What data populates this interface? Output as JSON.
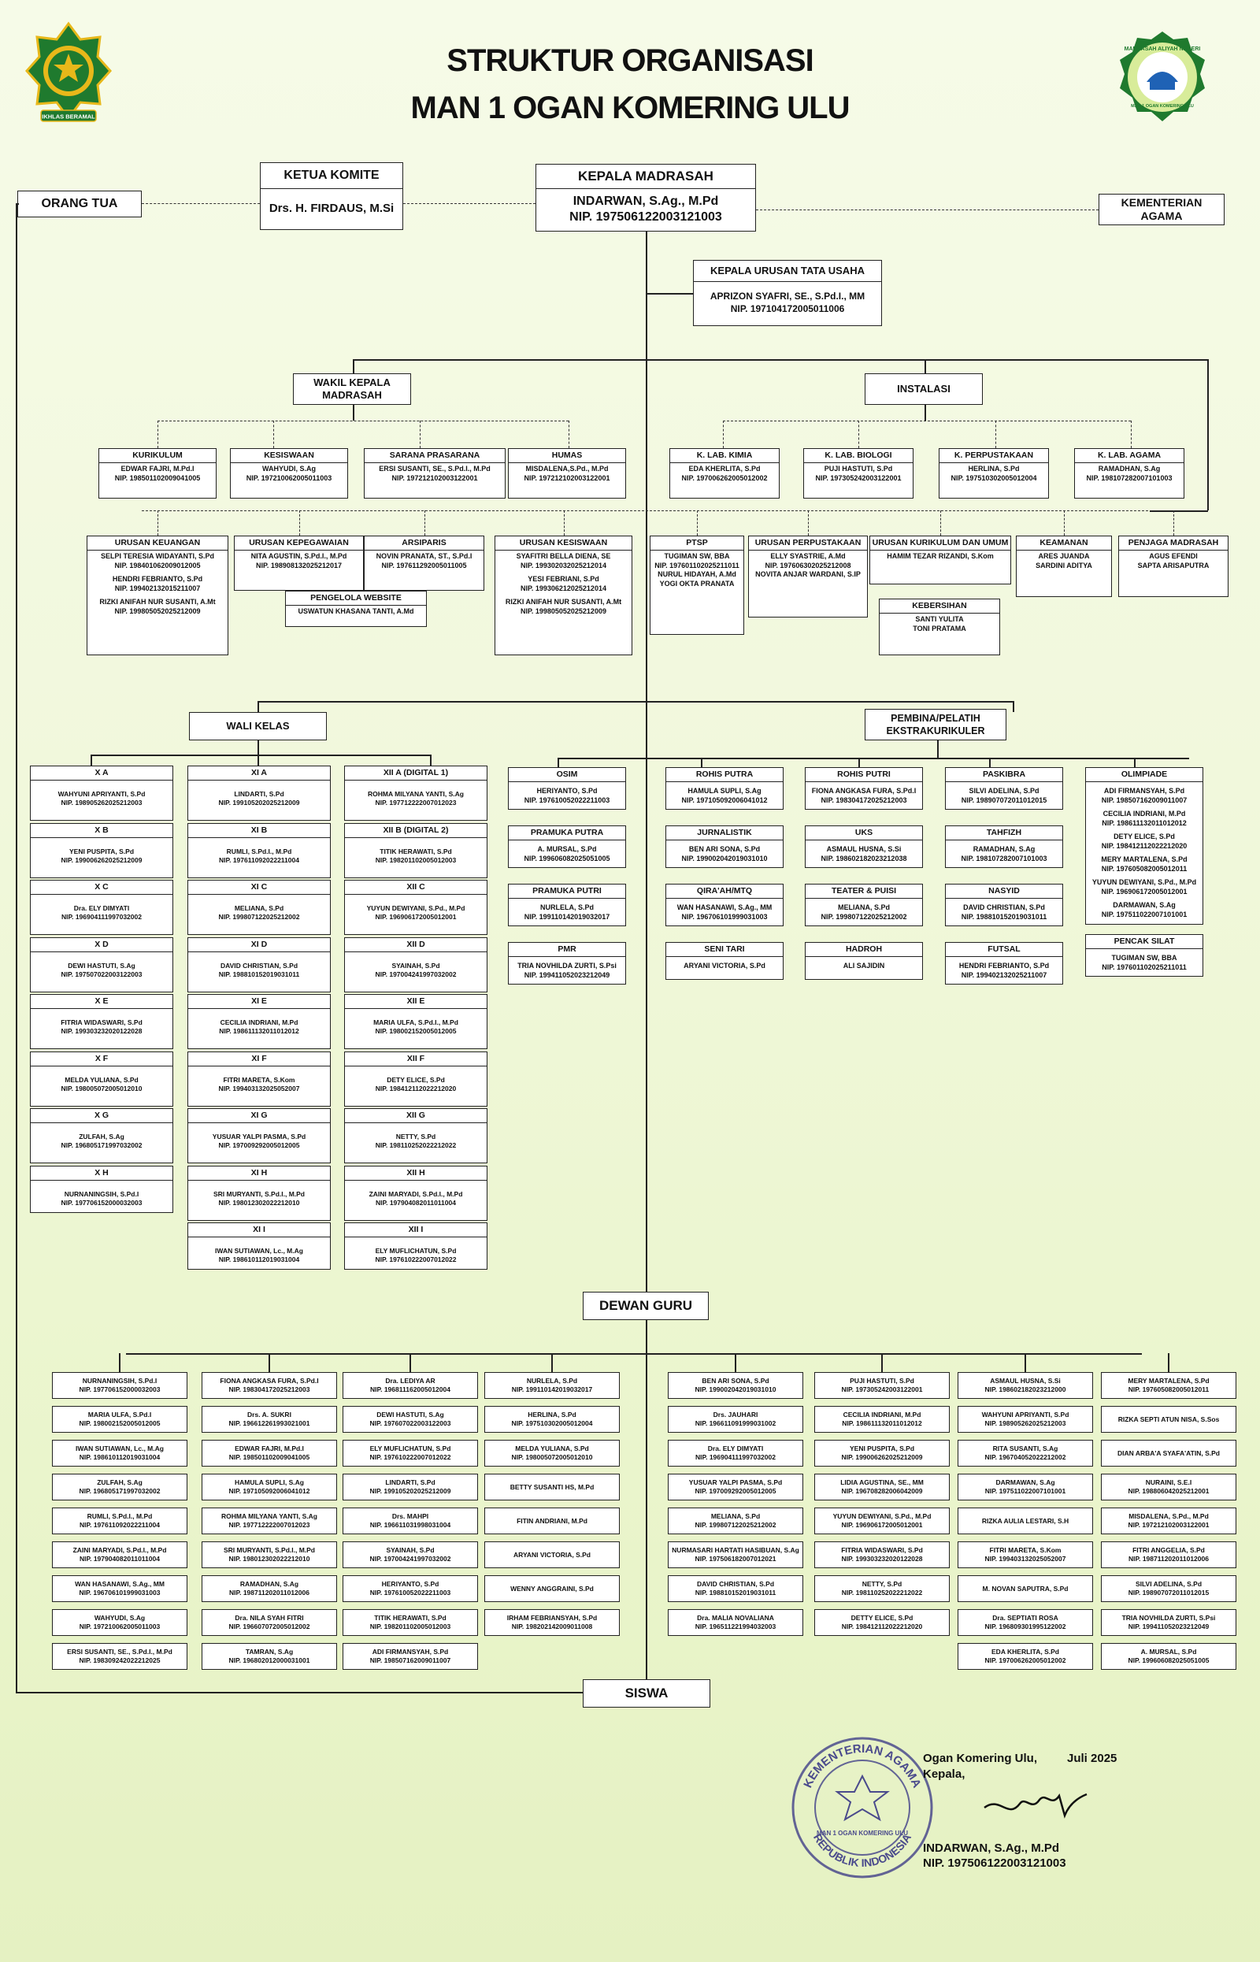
{
  "title": {
    "line1": "STRUKTUR ORGANISASI",
    "line2": "MAN 1 OGAN KOMERING ULU"
  },
  "logos": {
    "left_text": "IKHLAS BERAMAL",
    "right_text": "MADRASAH ALIYAH NEGERI",
    "right_sub": "MAN 1 OGAN KOMERING ULU"
  },
  "top": {
    "orang_tua": "ORANG TUA",
    "ketua_komite": {
      "title": "KETUA KOMITE",
      "name": "Drs. H. FIRDAUS, M.Si"
    },
    "kepala": {
      "title": "KEPALA MADRASAH",
      "name": "INDARWAN, S.Ag., M.Pd",
      "nip": "NIP. 197506122003121003"
    },
    "kemenag": "KEMENTERIAN AGAMA",
    "ktu": {
      "title": "KEPALA URUSAN TATA USAHA",
      "name": "APRIZON SYAFRI, SE., S.Pd.I., MM",
      "nip": "NIP. 197104172005011006"
    }
  },
  "wakil": "WAKIL KEPALA MADRASAH",
  "instalasi": "INSTALASI",
  "waka_units": [
    {
      "title": "KURIKULUM",
      "lines": [
        "EDWAR FAJRI, M.Pd.I",
        "NIP. 198501102009041005"
      ]
    },
    {
      "title": "KESISWAAN",
      "lines": [
        "WAHYUDI, S.Ag",
        "NIP. 197210062005011003"
      ]
    },
    {
      "title": "SARANA PRASARANA",
      "lines": [
        "ERSI SUSANTI, SE., S.Pd.I., M.Pd",
        "NIP. 197212102003122001"
      ]
    },
    {
      "title": "HUMAS",
      "lines": [
        "MISDALENA,S.Pd., M.Pd",
        "NIP. 197212102003122001"
      ]
    }
  ],
  "inst_units": [
    {
      "title": "K. LAB. KIMIA",
      "lines": [
        "EDA KHERLITA, S.Pd",
        "NIP. 197006262005012002"
      ]
    },
    {
      "title": "K. LAB. BIOLOGI",
      "lines": [
        "PUJI HASTUTI, S.Pd",
        "NIP. 197305242003122001"
      ]
    },
    {
      "title": "K. PERPUSTAKAAN",
      "lines": [
        "HERLINA, S.Pd",
        "NIP. 197510302005012004"
      ]
    },
    {
      "title": "K. LAB. AGAMA",
      "lines": [
        "RAMADHAN, S.Ag",
        "NIP. 198107282007101003"
      ]
    }
  ],
  "urusan": [
    {
      "title": "URUSAN KEUANGAN",
      "lines": [
        "SELPI TERESIA WIDAYANTI, S.Pd",
        "NIP. 198401062009012005",
        "",
        "HENDRI FEBRIANTO, S.Pd",
        "NIP. 199402132015211007",
        "",
        "RIZKI ANIFAH NUR SUSANTI, A.Mt",
        "NIP. 199805052025212009"
      ]
    },
    {
      "title": "URUSAN KEPEGAWAIAN",
      "lines": [
        "NITA AGUSTIN, S.Pd.I., M.Pd",
        "NIP. 198908132025212017"
      ]
    },
    {
      "title": "ARSIPARIS",
      "lines": [
        "NOVIN PRANATA, ST., S.Pd.I",
        "NIP. 197611292005011005"
      ]
    },
    {
      "title": "URUSAN KESISWAAN",
      "lines": [
        "SYAFITRI BELLA DIENA, SE",
        "NIP. 199302032025212014",
        "",
        "YESI FEBRIANI, S.Pd",
        "NIP. 199306212025212014",
        "",
        "RIZKI ANIFAH NUR SUSANTI, A.Mt",
        "NIP. 199805052025212009"
      ]
    },
    {
      "title": "PTSP",
      "lines": [
        "TUGIMAN SW, BBA",
        "NIP. 197601102025211011",
        "NURUL HIDAYAH, A.Md",
        "YOGI OKTA PRANATA"
      ]
    },
    {
      "title": "URUSAN PERPUSTAKAAN",
      "lines": [
        "ELLY SYASTRIE, A.Md",
        "NIP. 197606302025212008",
        "NOVITA ANJAR WARDANI, S.IP"
      ]
    },
    {
      "title": "URUSAN KURIKULUM DAN UMUM",
      "lines": [
        "HAMIM TEZAR RIZANDI, S.Kom"
      ]
    },
    {
      "title": "KEAMANAN",
      "lines": [
        "ARES JUANDA",
        "SARDINI ADITYA"
      ]
    },
    {
      "title": "PENJAGA MADRASAH",
      "lines": [
        "AGUS EFENDI",
        "SAPTA ARISAPUTRA"
      ]
    }
  ],
  "pengelola": {
    "title": "PENGELOLA WEBSITE",
    "lines": [
      "USWATUN KHASANA TANTI, A.Md"
    ]
  },
  "kebersihan": {
    "title": "KEBERSIHAN",
    "lines": [
      "SANTI YULITA",
      "TONI PRATAMA"
    ]
  },
  "wali_kelas": "WALI KELAS",
  "pembina": "PEMBINA/PELATIH EKSTRAKURIKULER",
  "kelas": [
    [
      {
        "k": "X A",
        "n": "WAHYUNI APRIYANTI, S.Pd",
        "p": "NIP. 198905262025212003"
      },
      {
        "k": "X B",
        "n": "YENI PUSPITA, S.Pd",
        "p": "NIP. 199006262025212009"
      },
      {
        "k": "X C",
        "n": "Dra. ELY DIMYATI",
        "p": "NIP. 196904111997032002"
      },
      {
        "k": "X D",
        "n": "DEWI HASTUTI, S.Ag",
        "p": "NIP. 197507022003122003"
      },
      {
        "k": "X E",
        "n": "FITRIA WIDASWARI, S.Pd",
        "p": "NIP. 199303232020122028"
      },
      {
        "k": "X F",
        "n": "MELDA YULIANA, S.Pd",
        "p": "NIP. 198005072005012010"
      },
      {
        "k": "X G",
        "n": "ZULFAH, S.Ag",
        "p": "NIP. 196805171997032002"
      },
      {
        "k": "X H",
        "n": "NURNANINGSIH, S.Pd.I",
        "p": "NIP. 197706152000032003"
      }
    ],
    [
      {
        "k": "XI A",
        "n": "LINDARTI, S.Pd",
        "p": "NIP. 199105202025212009"
      },
      {
        "k": "XI B",
        "n": "RUMLI, S.Pd.I., M.Pd",
        "p": "NIP. 197611092022211004"
      },
      {
        "k": "XI C",
        "n": "MELIANA, S.Pd",
        "p": "NIP. 199807122025212002"
      },
      {
        "k": "XI D",
        "n": "DAVID CHRISTIAN, S.Pd",
        "p": "NIP. 198810152019031011"
      },
      {
        "k": "XI E",
        "n": "CECILIA INDRIANI, M.Pd",
        "p": "NIP. 198611132011012012"
      },
      {
        "k": "XI F",
        "n": "FITRI MARETA, S.Kom",
        "p": "NIP. 199403132025052007"
      },
      {
        "k": "XI G",
        "n": "YUSUAR YALPI PASMA, S.Pd",
        "p": "NIP. 197009292005012005"
      },
      {
        "k": "XI H",
        "n": "SRI MURYANTI, S.Pd.I., M.Pd",
        "p": "NIP. 198012302022212010"
      },
      {
        "k": "XI I",
        "n": "IWAN SUTIAWAN, Lc., M.Ag",
        "p": "NIP. 198610112019031004"
      }
    ],
    [
      {
        "k": "XII A (DIGITAL 1)",
        "n": "ROHMA MILYANA YANTI, S.Ag",
        "p": "NIP. 197712222007012023"
      },
      {
        "k": "XII B (DIGITAL 2)",
        "n": "TITIK HERAWATI, S.Pd",
        "p": "NIP. 198201102005012003"
      },
      {
        "k": "XII C",
        "n": "YUYUN DEWIYANI, S.Pd., M.Pd",
        "p": "NIP. 196906172005012001"
      },
      {
        "k": "XII D",
        "n": "SYAINAH, S.Pd",
        "p": "NIP. 197004241997032002"
      },
      {
        "k": "XII E",
        "n": "MARIA ULFA, S.Pd.I., M.Pd",
        "p": "NIP. 198002152005012005"
      },
      {
        "k": "XII F",
        "n": "DETY ELICE, S.Pd",
        "p": "NIP. 198412112022212020"
      },
      {
        "k": "XII G",
        "n": "NETTY, S.Pd",
        "p": "NIP. 198110252022212022"
      },
      {
        "k": "XII H",
        "n": "ZAINI MARYADI, S.Pd.I., M.Pd",
        "p": "NIP. 197904082011011004"
      },
      {
        "k": "XII I",
        "n": "ELY MUFLICHATUN, S.Pd",
        "p": "NIP. 197610222007012022"
      }
    ]
  ],
  "ekskul": [
    [
      {
        "t": "OSIM",
        "l": [
          "HERIYANTO, S.Pd",
          "NIP. 197610052022211003"
        ]
      },
      {
        "t": "PRAMUKA PUTRA",
        "l": [
          "A. MURSAL, S.Pd",
          "NIP. 199606082025051005"
        ]
      },
      {
        "t": "PRAMUKA PUTRI",
        "l": [
          "NURLELA, S.Pd",
          "NIP. 199110142019032017"
        ]
      },
      {
        "t": "PMR",
        "l": [
          "TRIA NOVHILDA ZURTI, S.Psi",
          "NIP. 199411052023212049"
        ]
      }
    ],
    [
      {
        "t": "ROHIS PUTRA",
        "l": [
          "HAMULA SUPLI, S.Ag",
          "NIP. 197105092006041012"
        ]
      },
      {
        "t": "JURNALISTIK",
        "l": [
          "BEN ARI SONA, S.Pd",
          "NIP. 199002042019031010"
        ]
      },
      {
        "t": "QIRA'AH/MTQ",
        "l": [
          "WAN HASANAWI, S.Ag., MM",
          "NIP. 196706101999031003"
        ]
      },
      {
        "t": "SENI TARI",
        "l": [
          "ARYANI VICTORIA, S.Pd"
        ]
      }
    ],
    [
      {
        "t": "ROHIS PUTRI",
        "l": [
          "FIONA ANGKASA FURA, S.Pd.I",
          "NIP. 198304172025212003"
        ]
      },
      {
        "t": "UKS",
        "l": [
          "ASMAUL HUSNA, S.Si",
          "NIP. 198602182023212038"
        ]
      },
      {
        "t": "TEATER & PUISI",
        "l": [
          "MELIANA, S.Pd",
          "NIP. 199807122025212002"
        ]
      },
      {
        "t": "HADROH",
        "l": [
          "ALI SAJIDIN"
        ]
      }
    ],
    [
      {
        "t": "PASKIBRA",
        "l": [
          "SILVI ADELINA, S.Pd",
          "NIP. 198907072011012015"
        ]
      },
      {
        "t": "TAHFIZH",
        "l": [
          "RAMADHAN, S.Ag",
          "NIP. 198107282007101003"
        ]
      },
      {
        "t": "NASYID",
        "l": [
          "DAVID CHRISTIAN, S.Pd",
          "NIP. 198810152019031011"
        ]
      },
      {
        "t": "FUTSAL",
        "l": [
          "HENDRI FEBRIANTO, S.Pd",
          "NIP. 199402132025211007"
        ]
      }
    ],
    [
      {
        "t": "OLIMPIADE",
        "l": [
          "ADI FIRMANSYAH, S.Pd",
          "NIP. 198507162009011007",
          "CECILIA INDRIANI, M.Pd",
          "NIP. 198611132011012012",
          "DETY ELICE, S.Pd",
          "NIP. 198412112022212020",
          "MERY MARTALENA, S.Pd",
          "NIP. 197605082005012011",
          "YUYUN DEWIYANI, S.Pd., M.Pd",
          "NIP. 196906172005012001",
          "DARMAWAN, S.Ag",
          "NIP. 197511022007101001"
        ]
      },
      {
        "t": "PENCAK SILAT",
        "l": [
          "TUGIMAN SW, BBA",
          "NIP. 197601102025211011"
        ]
      }
    ]
  ],
  "dewan_guru": "DEWAN GURU",
  "guru": [
    [
      [
        "NURNANINGSIH, S.Pd.I",
        "NIP. 197706152000032003"
      ],
      [
        "MARIA ULFA, S.Pd.I",
        "NIP. 198002152005012005"
      ],
      [
        "IWAN SUTIAWAN, Lc., M.Ag",
        "NIP. 198610112019031004"
      ],
      [
        "ZULFAH, S.Ag",
        "NIP. 196805171997032002"
      ],
      [
        "RUMLI, S.Pd.I., M.Pd",
        "NIP. 197611092022211004"
      ],
      [
        "ZAINI MARYADI, S.Pd.I., M.Pd",
        "NIP. 197904082011011004"
      ],
      [
        "WAN HASANAWI, S.Ag., MM",
        "NIP. 196706101999031003"
      ],
      [
        "WAHYUDI, S.Ag",
        "NIP. 197210062005011003"
      ],
      [
        "ERSI SUSANTI, SE., S.Pd.I., M.Pd",
        "NIP. 198309242022212025"
      ]
    ],
    [
      [
        "FIONA ANGKASA FURA, S.Pd.I",
        "NIP. 198304172025212003"
      ],
      [
        "Drs. A. SUKRI",
        "NIP. 196612261993021001"
      ],
      [
        "EDWAR FAJRI, M.Pd.I",
        "NIP. 198501102009041005"
      ],
      [
        "HAMULA SUPLI, S.Ag",
        "NIP. 197105092006041012"
      ],
      [
        "ROHMA MILYANA YANTI, S.Ag",
        "NIP. 197712222007012023"
      ],
      [
        "SRI MURYANTI, S.Pd.I., M.Pd",
        "NIP. 198012302022212010"
      ],
      [
        "RAMADHAN, S.Ag",
        "NIP. 198711202011012006"
      ],
      [
        "Dra. NILA SYAH FITRI",
        "NIP. 196607072005012002"
      ],
      [
        "TAMRAN, S.Ag",
        "NIP. 196802012000031001"
      ]
    ],
    [
      [
        "Dra. LEDIYA AR",
        "NIP. 196811162005012004"
      ],
      [
        "DEWI HASTUTI, S.Ag",
        "NIP. 197607022003122003"
      ],
      [
        "ELY MUFLICHATUN, S.Pd",
        "NIP. 197610222007012022"
      ],
      [
        "LINDARTI, S.Pd",
        "NIP. 199105202025212009"
      ],
      [
        "Drs. MAHPI",
        "NIP. 196611031998031004"
      ],
      [
        "SYAINAH, S.Pd",
        "NIP. 197004241997032002"
      ],
      [
        "HERIYANTO, S.Pd",
        "NIP. 197610052022211003"
      ],
      [
        "TITIK HERAWATI, S.Pd",
        "NIP. 198201102005012003"
      ],
      [
        "ADI FIRMANSYAH, S.Pd",
        "NIP. 198507162009011007"
      ]
    ],
    [
      [
        "NURLELA, S.Pd",
        "NIP. 199110142019032017"
      ],
      [
        "HERLINA, S.Pd",
        "NIP. 197510302005012004"
      ],
      [
        "MELDA YULIANA, S.Pd",
        "NIP. 198005072005012010"
      ],
      [
        "BETTY SUSANTI HS, M.Pd"
      ],
      [
        "FITIN ANDRIANI, M.Pd"
      ],
      [
        "ARYANI VICTORIA, S.Pd"
      ],
      [
        "WENNY ANGGRAINI, S.Pd"
      ],
      [
        "IRHAM FEBRIANSYAH, S.Pd",
        "NIP. 198202142009011008"
      ]
    ],
    [
      [
        "BEN ARI SONA, S.Pd",
        "NIP. 199002042019031010"
      ],
      [
        "Drs. JAUHARI",
        "NIP. 196611091999031002"
      ],
      [
        "Dra. ELY DIMYATI",
        "NIP. 196904111997032002"
      ],
      [
        "YUSUAR YALPI PASMA, S.Pd",
        "NIP. 197009292005012005"
      ],
      [
        "MELIANA, S.Pd",
        "NIP. 199807122025212002"
      ],
      [
        "NURMASARI HARTATI HASIBUAN, S.Ag",
        "NIP. 197506182007012021"
      ],
      [
        "DAVID CHRISTIAN, S.Pd",
        "NIP. 198810152019031011"
      ],
      [
        "Dra. MALIA NOVALIANA",
        "NIP. 196511221994032003"
      ]
    ],
    [
      [
        "PUJI HASTUTI, S.Pd",
        "NIP. 197305242003122001"
      ],
      [
        "CECILIA INDRIANI, M.Pd",
        "NIP. 198611132011012012"
      ],
      [
        "YENI PUSPITA, S.Pd",
        "NIP. 199006262025212009"
      ],
      [
        "LIDIA AGUSTINA, SE., MM",
        "NIP. 196708282006042009"
      ],
      [
        "YUYUN DEWIYANI, S.Pd., M.Pd",
        "NIP. 196906172005012001"
      ],
      [
        "FITRIA WIDASWARI, S.Pd",
        "NIP. 199303232020122028"
      ],
      [
        "NETTY, S.Pd",
        "NIP. 198110252022212022"
      ],
      [
        "DETTY ELICE, S.Pd",
        "NIP. 198412112022212020"
      ]
    ],
    [
      [
        "ASMAUL HUSNA, S.Si",
        "NIP. 198602182023212000"
      ],
      [
        "WAHYUNI APRIYANTI, S.Pd",
        "NIP. 198905262025212003"
      ],
      [
        "RITA SUSANTI, S.Ag",
        "NIP. 196704052022212002"
      ],
      [
        "DARMAWAN, S.Ag",
        "NIP. 197511022007101001"
      ],
      [
        "RIZKA AULIA LESTARI, S.H"
      ],
      [
        "FITRI MARETA, S.Kom",
        "NIP. 199403132025052007"
      ],
      [
        "M. NOVAN SAPUTRA, S.Pd"
      ],
      [
        "Dra. SEPTIATI ROSA",
        "NIP. 196809301995122002"
      ],
      [
        "EDA KHERLITA, S.Pd",
        "NIP. 197006262005012002"
      ]
    ],
    [
      [
        "MERY MARTALENA, S.Pd",
        "NIP. 197605082005012011"
      ],
      [
        "RIZKA SEPTI ATUN NISA, S.Sos"
      ],
      [
        "DIAN ARBA'A SYAFA'ATIN, S.Pd"
      ],
      [
        "NURAINI, S.E.I",
        "NIP. 198806042025212001"
      ],
      [
        "MISDALENA, S.Pd., M.Pd",
        "NIP. 197212102003122001"
      ],
      [
        "FITRI ANGGELIA, S.Pd",
        "NIP. 198711202011012006"
      ],
      [
        "SILVI ADELINA, S.Pd",
        "NIP. 198907072011012015"
      ],
      [
        "TRIA NOVHILDA ZURTI, S.Psi",
        "NIP. 199411052023212049"
      ],
      [
        "A. MURSAL, S.Pd",
        "NIP. 199606082025051005"
      ]
    ]
  ],
  "siswa": "SISWA",
  "signature": {
    "place": "Ogan Komering Ulu,",
    "date": "Juli 2025",
    "role": "Kepala,",
    "name": "INDARWAN, S.Ag., M.Pd",
    "nip": "NIP. 197506122003121003",
    "stamp_top": "KEMENTERIAN AGAMA",
    "stamp_bottom": "REPUBLIK INDONESIA",
    "stamp_mid": "MAN 1 OGAN KOMERING ULU"
  },
  "colors": {
    "bg": "#f1f8dc",
    "line": "#222222",
    "logo_green": "#1f7a2e",
    "logo_gold": "#e8b81a",
    "stamp": "#4a4a8c"
  }
}
